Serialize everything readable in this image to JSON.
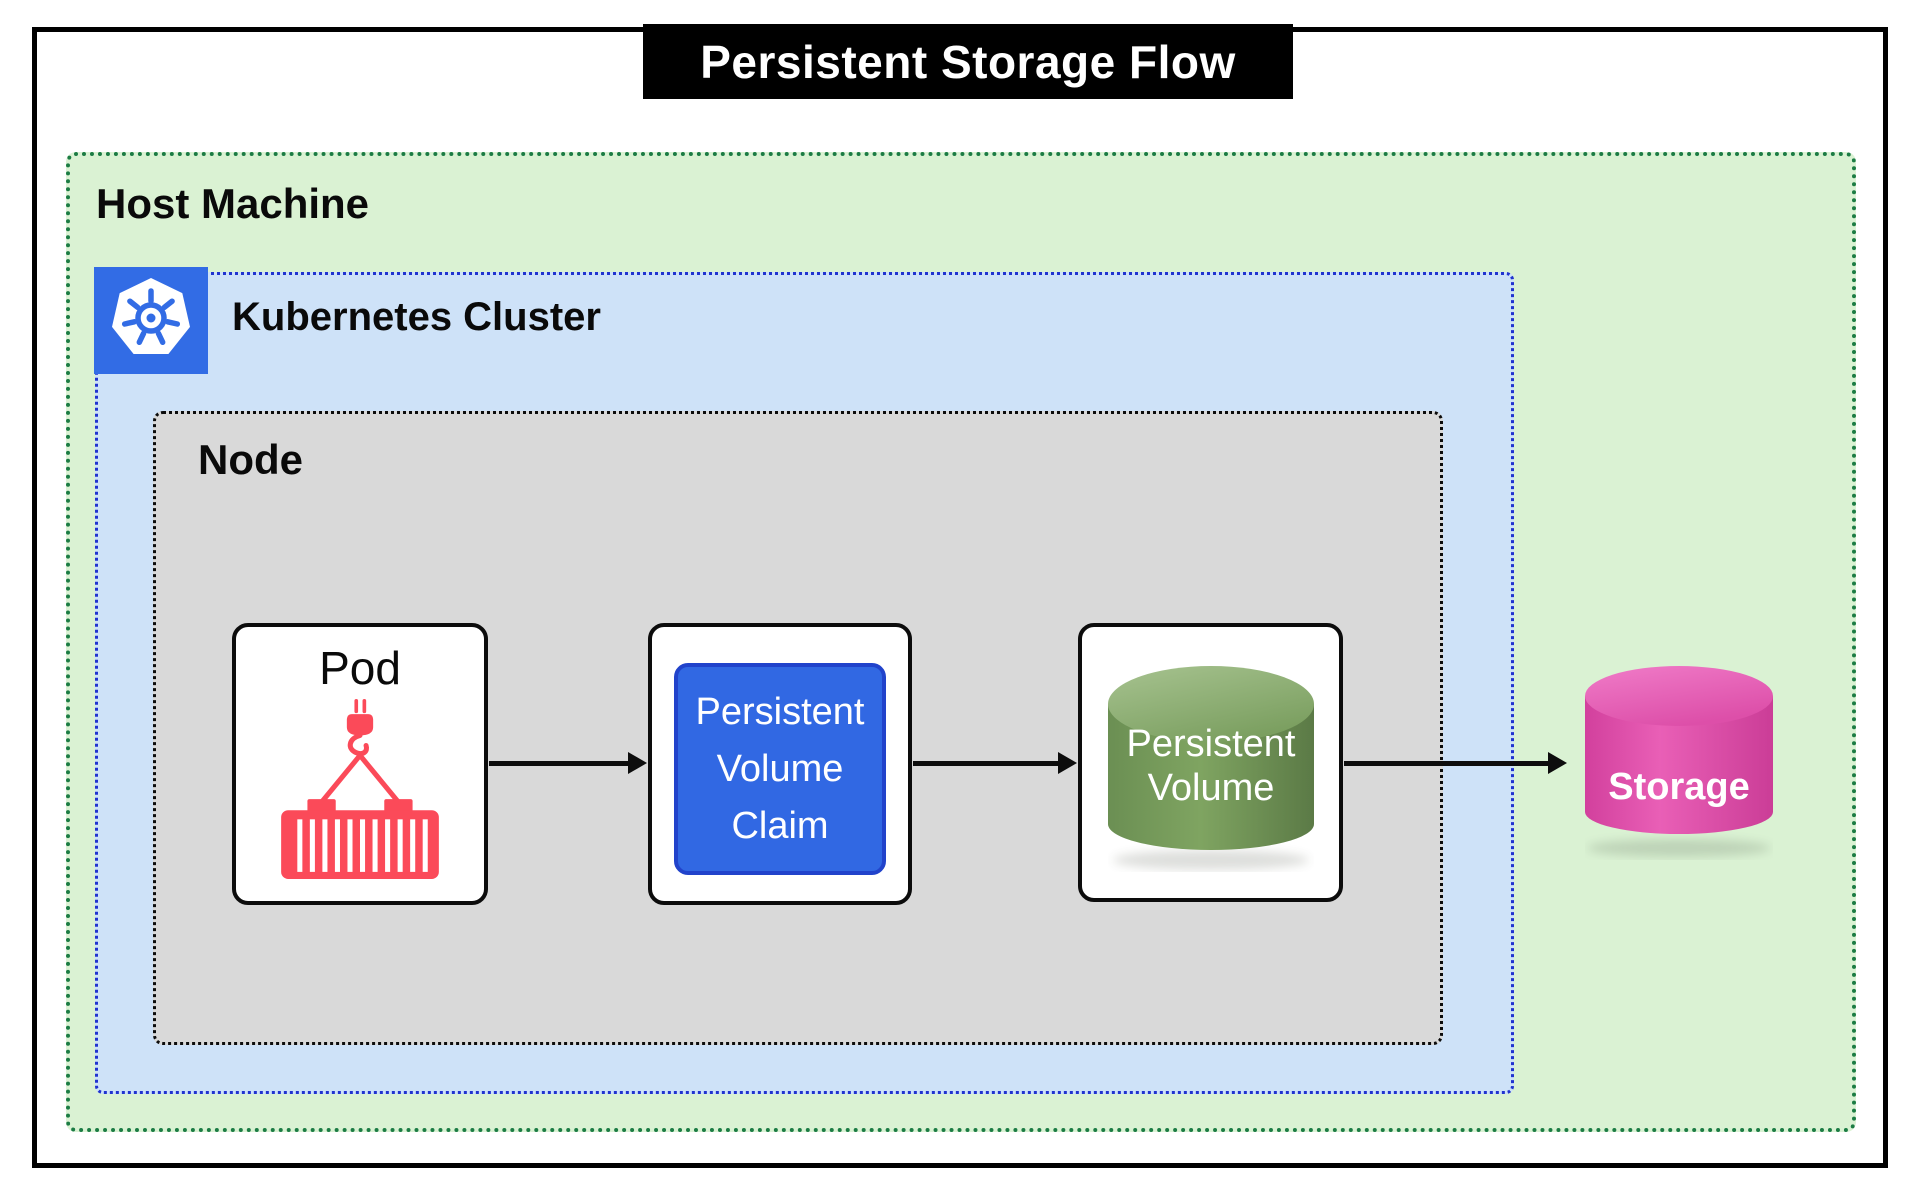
{
  "diagram": {
    "title": "Persistent Storage Flow",
    "type": "kubernetes-persistent-storage-flow"
  },
  "containers": {
    "host": {
      "label": "Host Machine"
    },
    "cluster": {
      "label": "Kubernetes Cluster"
    },
    "node": {
      "label": "Node"
    }
  },
  "nodes": {
    "pod": {
      "label": "Pod",
      "icon": "container-crane-icon"
    },
    "pvc": {
      "line1": "Persistent",
      "line2": "Volume",
      "line3": "Claim"
    },
    "pv": {
      "line1": "Persistent",
      "line2": "Volume",
      "shape": "cylinder"
    },
    "storage": {
      "label": "Storage",
      "shape": "cylinder"
    }
  },
  "edges": [
    {
      "from": "Pod",
      "to": "Persistent Volume Claim"
    },
    {
      "from": "Persistent Volume Claim",
      "to": "Persistent Volume"
    },
    {
      "from": "Persistent Volume",
      "to": "Storage"
    }
  ],
  "colors": {
    "kubernetes_blue": "#326ce5",
    "pod_red": "#fb4a59",
    "pvc_fill": "#3168e3",
    "pvc_border": "#2143cb",
    "pv_green": "#6f9455",
    "storage_pink": "#d84aa5",
    "host_fill": "#daf2d3",
    "host_border": "#1c7c44",
    "cluster_fill": "#cee2f8",
    "cluster_border": "#2033cf",
    "node_fill": "#d9d9d9",
    "arrow": "#0d0d0d",
    "title_bg": "#000000"
  }
}
